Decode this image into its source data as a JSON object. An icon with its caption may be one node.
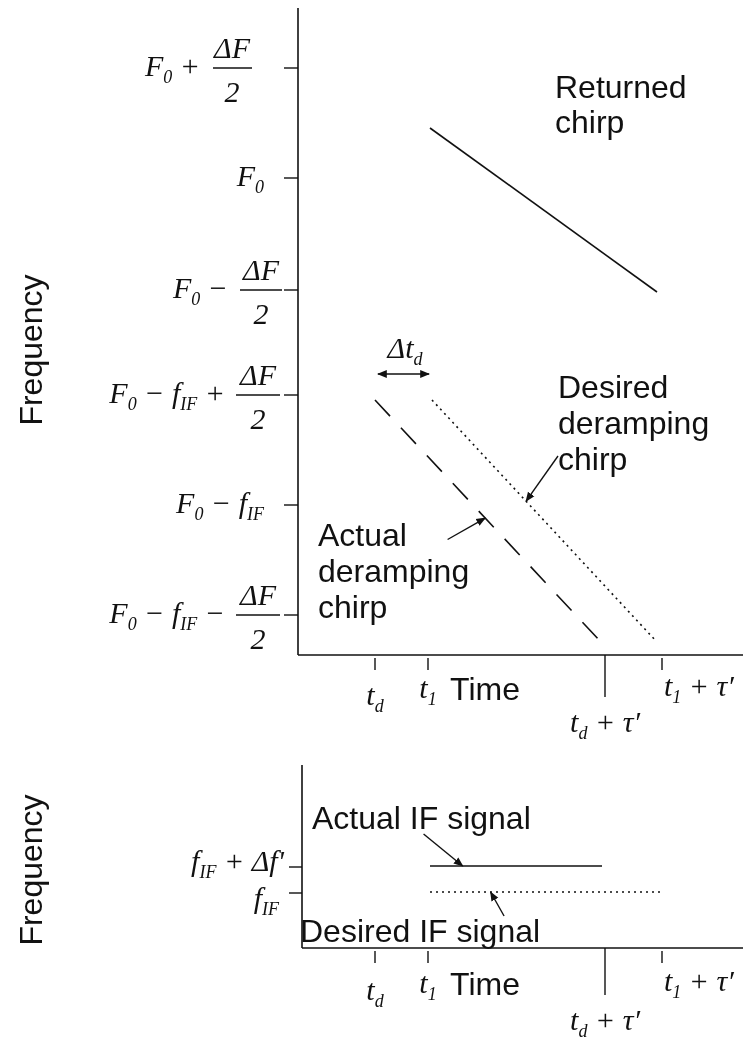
{
  "diagram": {
    "nodes": [
      {
        "text": [
          "Desired deramping chirp"
        ]
      },
      {
        "text": [],
        "shape": "line"
      },
      {
        "text": [
          "Actual deramping chirp"
        ]
      },
      {
        "text": [],
        "shape": "line"
      },
      {
        "text": [
          "Actual IF signal"
        ]
      },
      {
        "text": [],
        "shape": "line"
      },
      {
        "text": [
          "Desired IF signal"
        ]
      },
      {
        "text": [],
        "shape": "line"
      }
    ],
    "edges": [
      {
        "from": 0,
        "to": 1,
        "arrow": "to"
      },
      {
        "from": 2,
        "to": 3,
        "arrow": "to"
      },
      {
        "from": 4,
        "to": 5,
        "arrow": "to"
      },
      {
        "from": 6,
        "to": 7,
        "arrow": "to"
      }
    ],
    "labels": [
      "F$_{0}$ +",
      "ΔF",
      "2",
      "Returned chirp",
      "F$_{0}$",
      "F$_{0}$ −",
      "ΔF",
      "2",
      "Frequency",
      "Δt$_{d}$",
      "F$_{0}$ − f$_{IF}$ +",
      "ΔF",
      "2",
      "F$_{0}$ − f$_{IF}$",
      "F$_{0}$ − f$_{IF}$ −",
      "ΔF",
      "2",
      "t$_{d}$",
      "t$_{1}$",
      "Time",
      "t$_{1}$ + τ′",
      "t$_{d}$ + τ′",
      "Frequency",
      "f$_{IF}$ + Δf'",
      "f$_{IF}$",
      "t$_{d}$",
      "t$_{1}$",
      "Time",
      "t$_{1}$ + τ′",
      "t$_{d}$ + τ′"
    ]
  }
}
